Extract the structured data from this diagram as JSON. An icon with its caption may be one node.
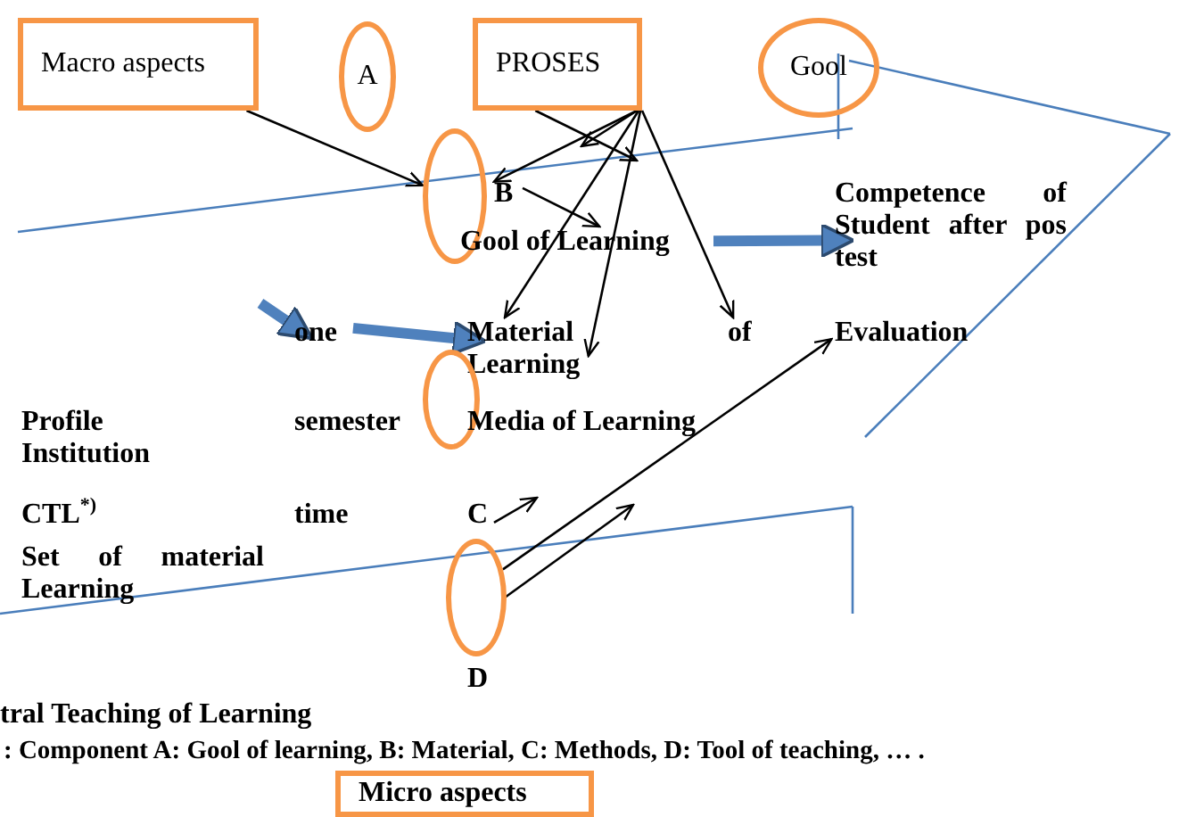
{
  "diagram": {
    "nodes": [
      {
        "text": [
          "Macro aspects"
        ]
      },
      {
        "text": [
          "A"
        ]
      },
      {
        "text": [
          "PROSES"
        ]
      },
      {
        "text": [
          "Gool"
        ]
      },
      {
        "text": [],
        "shape": "ellipse"
      },
      {
        "text": [
          "B"
        ]
      },
      {
        "text": [
          "Gool of Learning"
        ]
      },
      {
        "text": [
          "Competence of Student after pos test"
        ]
      },
      {
        "text": [
          "one"
        ]
      },
      {
        "text": [
          "Material Learning"
        ]
      },
      {
        "text": [
          "of"
        ]
      },
      {
        "text": [
          "Evaluation"
        ]
      },
      {
        "text": [],
        "shape": "ellipse"
      },
      {
        "text": [
          "Profile Institution"
        ]
      },
      {
        "text": [
          "semester"
        ]
      },
      {
        "text": [
          "Media of Learning"
        ]
      },
      {
        "text": [
          "CTL$^{*)}$"
        ]
      },
      {
        "text": [
          "time"
        ]
      },
      {
        "text": [
          "C"
        ]
      },
      {
        "text": [
          "Set of material Learning"
        ]
      },
      {
        "text": [],
        "shape": "ellipse"
      },
      {
        "text": [
          "D"
        ]
      },
      {
        "text": [
          "Micro aspects"
        ]
      }
    ],
    "edges": [
      {
        "from": 0,
        "to": 4,
        "arrow": "to"
      },
      {
        "from": 2,
        "to": null,
        "arrow": "to"
      },
      {
        "from": 2,
        "to": null,
        "arrow": "to"
      },
      {
        "from": 2,
        "to": 5,
        "arrow": "to"
      },
      {
        "from": 2,
        "to": 9,
        "arrow": "to"
      },
      {
        "from": 2,
        "to": 9,
        "arrow": "to"
      },
      {
        "from": 2,
        "to": 10,
        "arrow": "to"
      },
      {
        "from": 5,
        "to": 6,
        "arrow": "to"
      },
      {
        "from": 18,
        "to": null,
        "arrow": "to"
      },
      {
        "from": 20,
        "to": 11,
        "arrow": "to"
      },
      {
        "from": 20,
        "to": null,
        "arrow": "to"
      },
      {
        "from": null,
        "to": 8,
        "arrow": "to",
        "style": "thick",
        "color": "#4f81bd"
      },
      {
        "from": 8,
        "to": 9,
        "arrow": "to",
        "style": "thick",
        "color": "#4f81bd"
      },
      {
        "from": 6,
        "to": 7,
        "arrow": "to",
        "style": "thick",
        "color": "#4f81bd"
      }
    ],
    "labels": [
      "tral Teaching of Learning",
      ":  Component A: Gool of learning, B: Material, C: Methods, D: Tool of teaching, … ."
    ]
  }
}
